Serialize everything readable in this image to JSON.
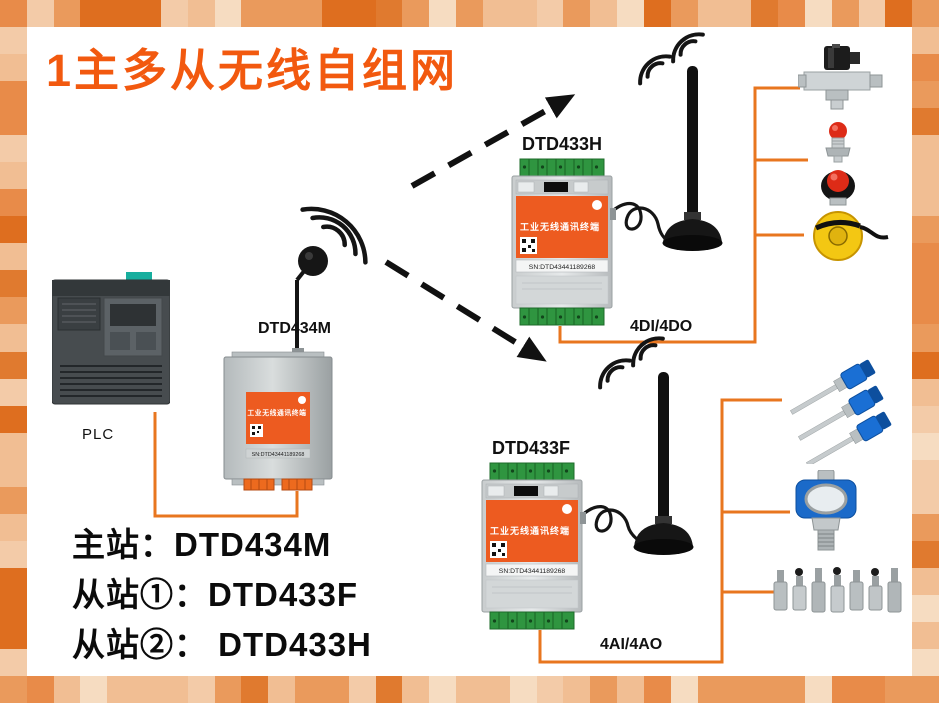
{
  "page": {
    "title": "1主多从无线自组网"
  },
  "colors": {
    "title": "#F2590F",
    "connector": "#E8761F",
    "device_panel": "#ED5B20",
    "terminal_green": "#2F9540",
    "border_palette": [
      "#F6DCC1",
      "#F1BE93",
      "#EA9A5C",
      "#E07A2F",
      "#F3CBA8",
      "#E88B49",
      "#DE6E1F",
      "#F1BE93",
      "#EA9A5C"
    ]
  },
  "plc": {
    "label": "PLC"
  },
  "master": {
    "label": "DTD434M",
    "panel_title": "工业无线通讯终端",
    "sn": "SN:DTD43441189268"
  },
  "slave_top": {
    "label": "DTD433H",
    "panel_title": "工业无线通讯终端",
    "sn": "SN:DTD43441189268",
    "bus": "4DI/4DO"
  },
  "slave_bottom": {
    "label": "DTD433F",
    "panel_title": "工业无线通讯终端",
    "sn": "SN:DTD43441189268",
    "bus": "4AI/4AO"
  },
  "legend": {
    "master": "主站：DTD434M",
    "slave1": "从站①：DTD433F",
    "slave2": "从站②： DTD433H"
  },
  "peripherals": {
    "top": [
      "solenoid-valve",
      "push-buttons",
      "float-switch"
    ],
    "bottom": [
      "temperature-probes",
      "pressure-transmitter",
      "pressure-sensors"
    ]
  }
}
